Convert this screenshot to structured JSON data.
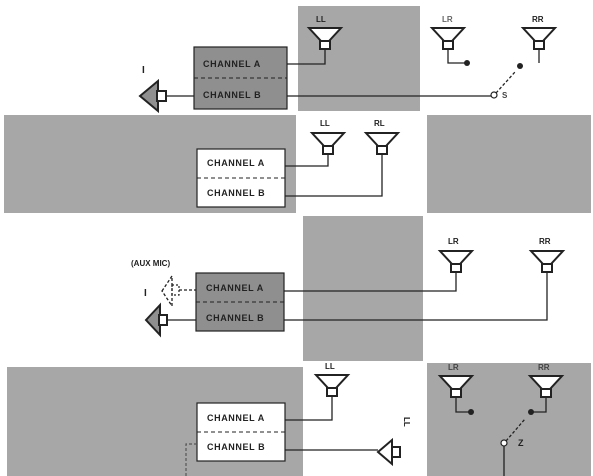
{
  "colors": {
    "panel": "#a7a7a7",
    "box_dark": "#8f8f8f",
    "box_light": "#ffffff",
    "line": "#222222",
    "paper": "#ffffff"
  },
  "icons": [
    "speaker-icon",
    "microphone-icon",
    "switch-icon"
  ],
  "panels": [
    {
      "channel_a": "CHANNEL A",
      "channel_b": "CHANNEL B",
      "input_label": "I",
      "speakers": [
        "LL",
        "LR",
        "RR"
      ],
      "switch_label": "S"
    },
    {
      "channel_a": "CHANNEL A",
      "channel_b": "CHANNEL B",
      "speakers": [
        "LL",
        "RL"
      ]
    },
    {
      "channel_a": "CHANNEL A",
      "channel_b": "CHANNEL B",
      "input_label": "I",
      "aux_label": "(AUX MIC)",
      "speakers": [
        "LR",
        "RR"
      ]
    },
    {
      "channel_a": "CHANNEL A",
      "channel_b": "CHANNEL B",
      "speakers": [
        "LL",
        "LR",
        "RR",
        "LL"
      ],
      "switch_label": "Z"
    }
  ]
}
